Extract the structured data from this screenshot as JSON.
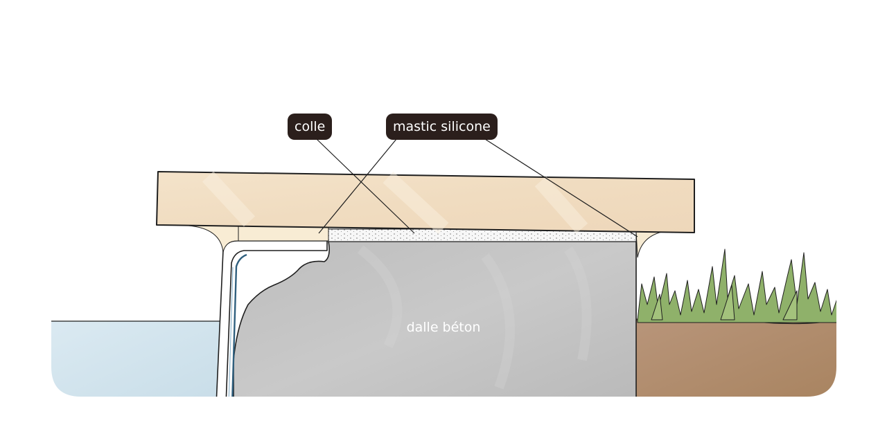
{
  "labels": {
    "colle": "colle",
    "mastic_silicone": "mastic silicone",
    "dalle_beton": "dalle béton"
  },
  "colors": {
    "water": "#d4e6ef",
    "slab": "#c2c2c2",
    "coping": "#f1dcc0",
    "soil": "#b08c6e",
    "grass": "#8fb16a",
    "callout_bg": "#2b1f1c",
    "outline": "#1e1e1e"
  }
}
